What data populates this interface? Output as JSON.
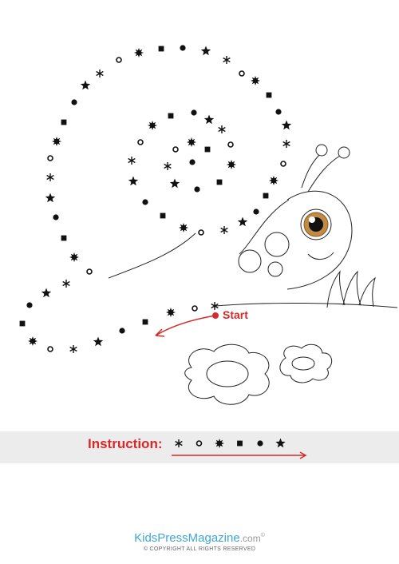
{
  "start_label": "Start",
  "instruction_label": "Instruction:",
  "instruction_sequence": [
    "asterisk",
    "ring",
    "burst",
    "square",
    "dot",
    "star"
  ],
  "brand": {
    "name": "KidsPressMagazine",
    "suffix": ".com",
    "mark": "©"
  },
  "copyright": "© COPYRIGHT ALL RIGHTS RESERVED",
  "colors": {
    "accent": "#d42a2a",
    "brand": "#3fa7d6",
    "band": "#ececec",
    "ink": "#111111"
  }
}
